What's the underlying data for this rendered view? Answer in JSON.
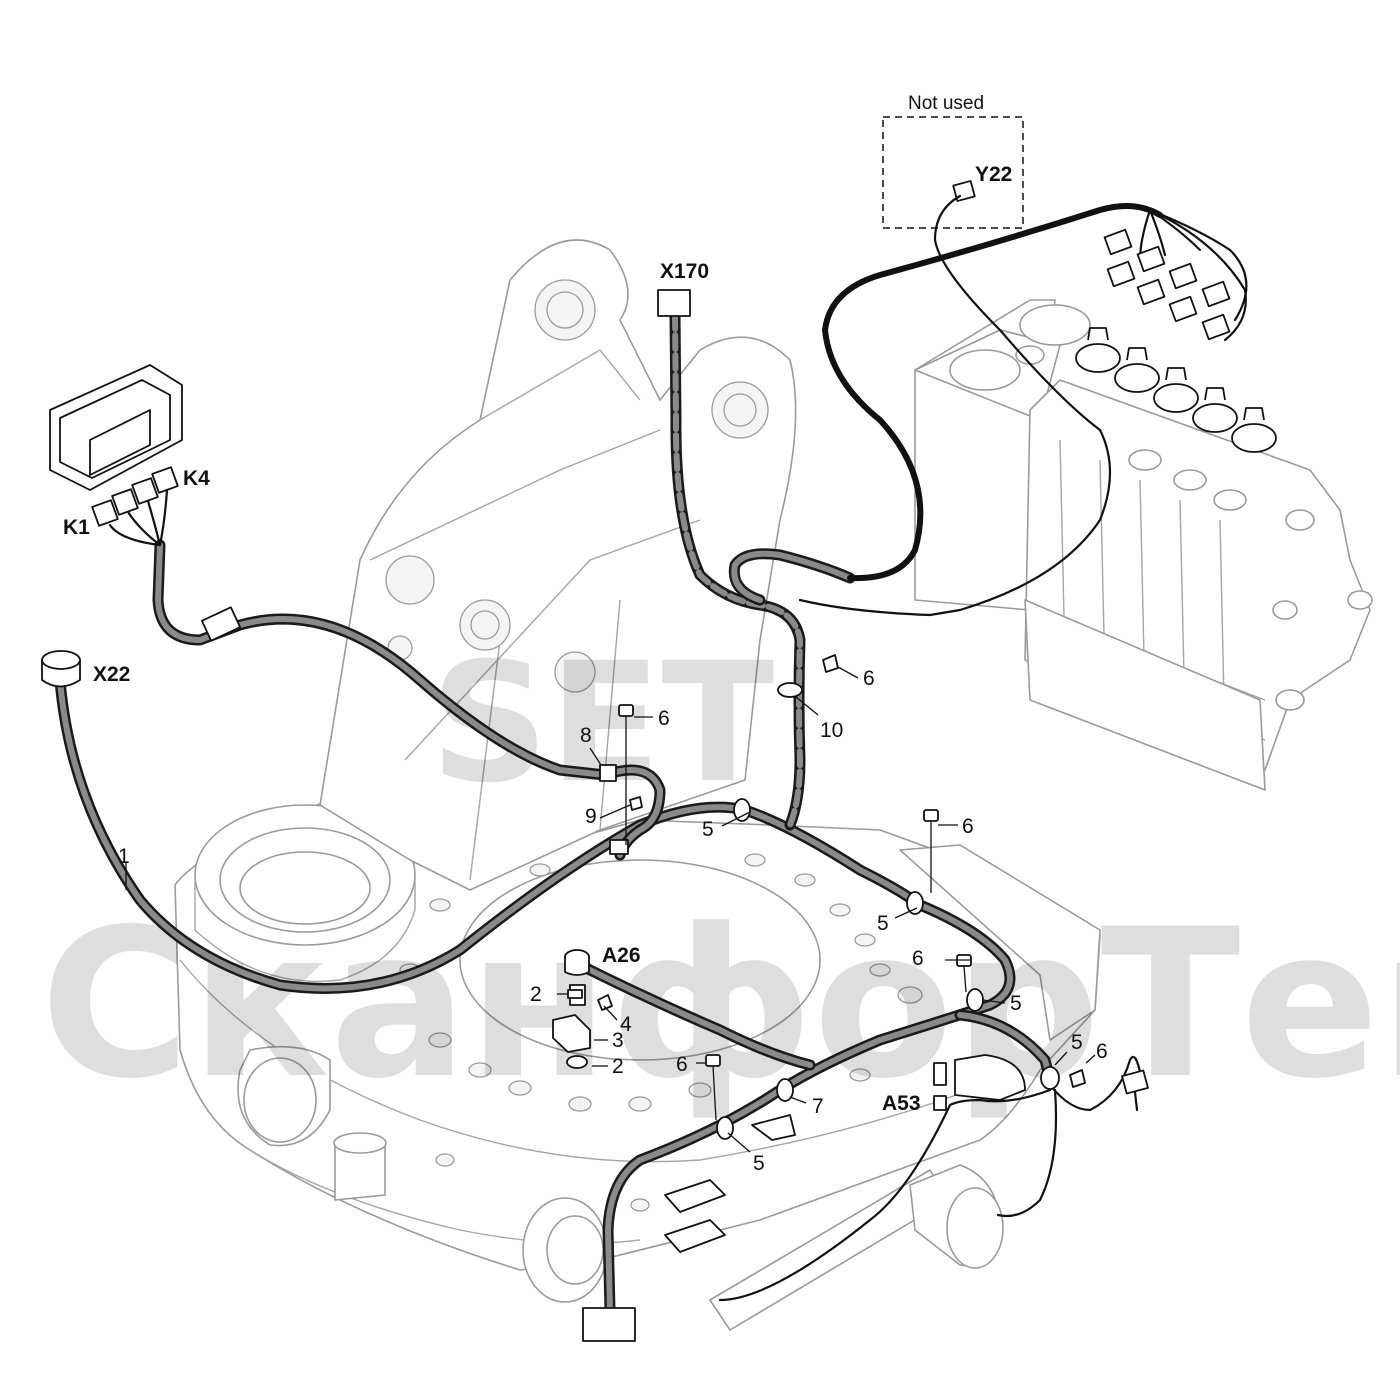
{
  "labels": {
    "not_used": "Not used",
    "y22": "Y22",
    "x170": "X170",
    "k4": "K4",
    "k1": "K1",
    "x22": "X22",
    "a26": "A26",
    "a53": "A53",
    "item_1": "1",
    "item_2a": "2",
    "item_2b": "2",
    "item_3": "3",
    "item_4": "4",
    "item_5a": "5",
    "item_5b": "5",
    "item_5c": "5",
    "item_5d": "5",
    "item_5e": "5",
    "item_6a": "6",
    "item_6b": "6",
    "item_6c": "6",
    "item_6d": "6",
    "item_6e": "6",
    "item_6f": "6",
    "item_7": "7",
    "item_8": "8",
    "item_9": "9",
    "item_10": "10"
  },
  "watermark": {
    "top": "SET",
    "bottom": "СканфорТек"
  },
  "colors": {
    "harness": "#1a1a1a",
    "background_parts": "#9a9a9a",
    "watermark": "#d6d6d6"
  }
}
